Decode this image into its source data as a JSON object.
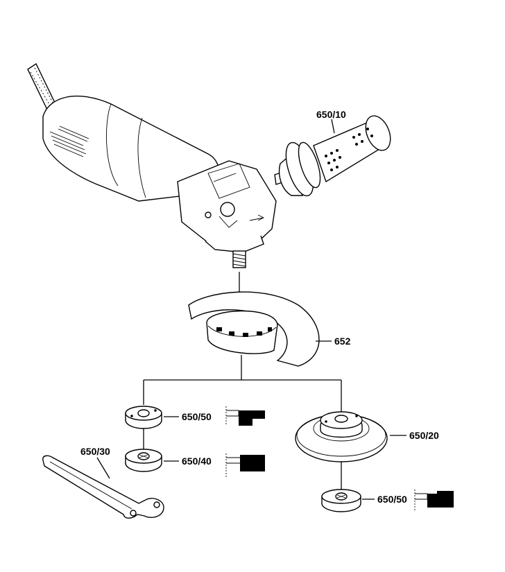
{
  "labels": {
    "handle": "650/10",
    "guard": "652",
    "flange_top": "650/50",
    "clamp_nut": "650/40",
    "spanner": "650/30",
    "backing_pad": "650/20",
    "flange_bottom": "650/50"
  },
  "colors": {
    "line": "#000000",
    "background": "#ffffff"
  }
}
